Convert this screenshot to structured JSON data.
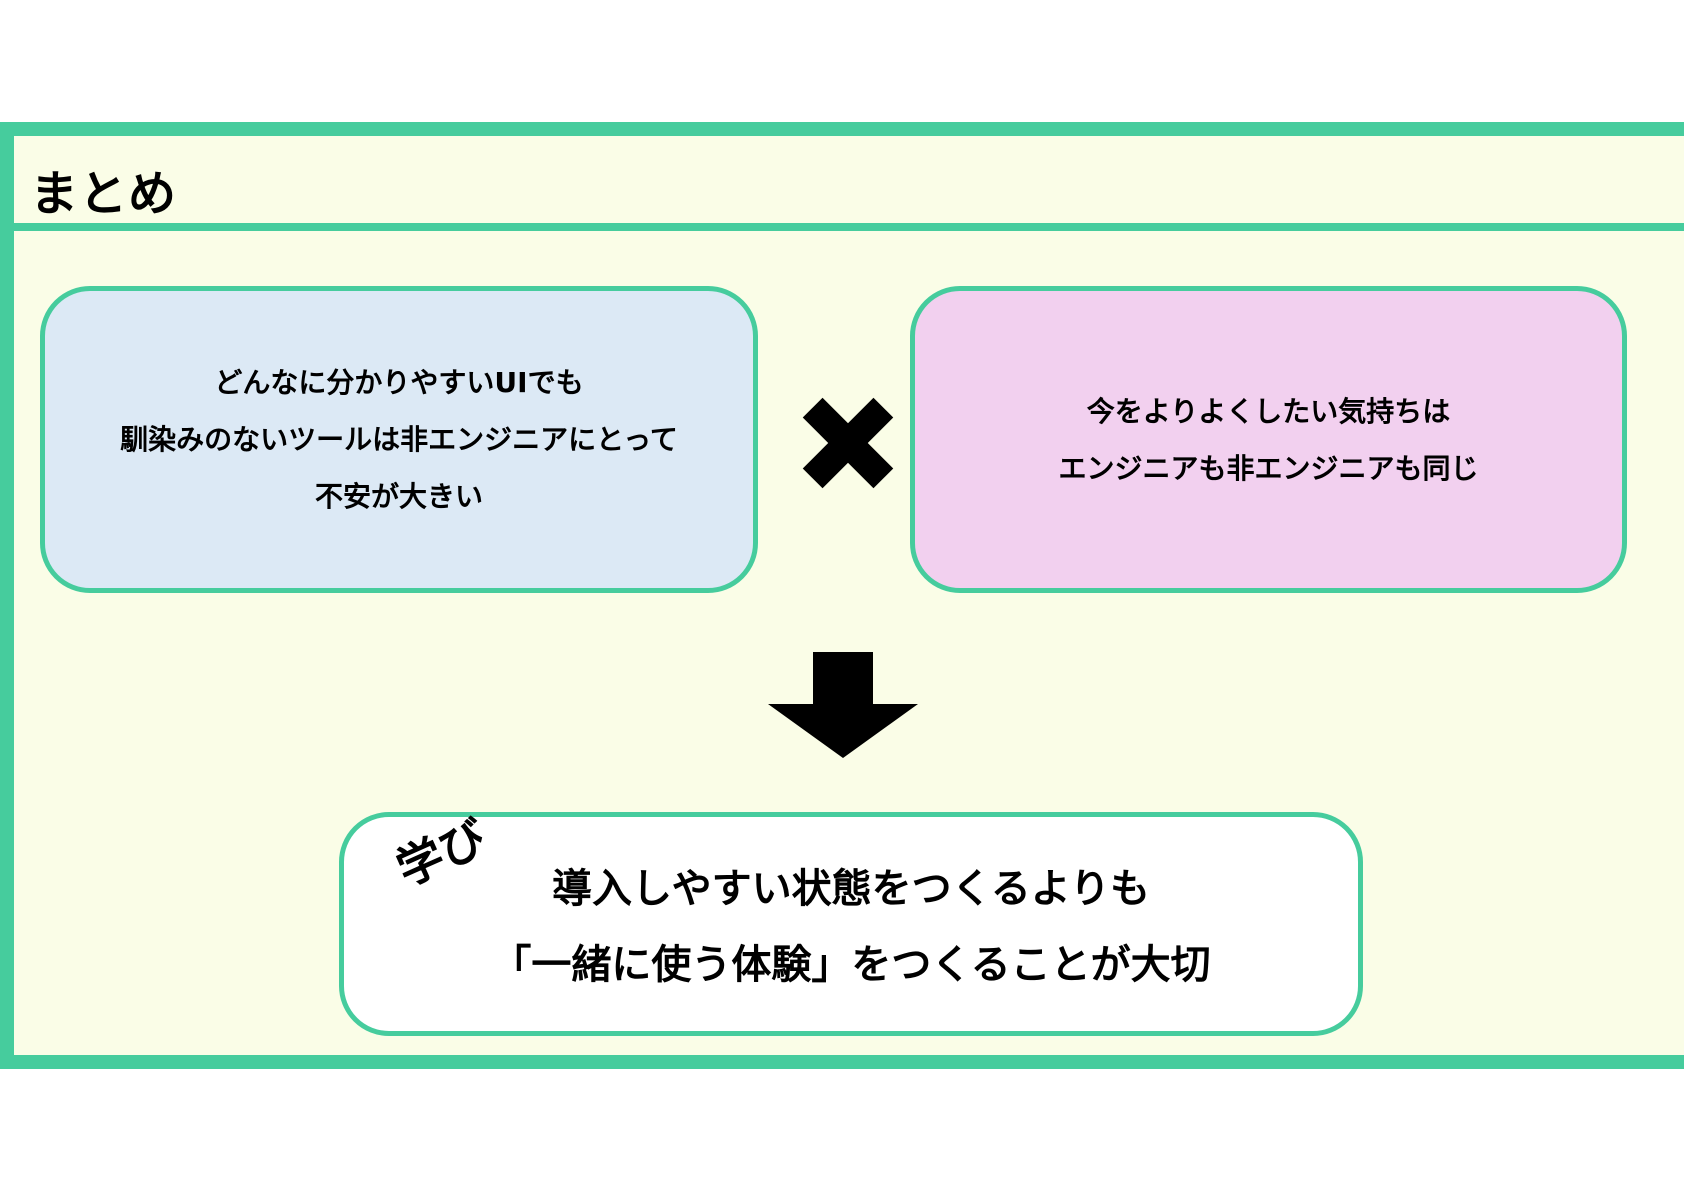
{
  "header": {
    "title": "まとめ"
  },
  "left_box": {
    "lines": [
      "どんなに分かりやすいUIでも",
      "馴染みのないツールは非エンジニアにとって",
      "不安が大きい"
    ]
  },
  "operator": {
    "icon": "cross-icon"
  },
  "right_box": {
    "lines": [
      "今をよりよくしたい気持ちは",
      "エンジニアも非エンジニアも同じ"
    ]
  },
  "result_arrow": {
    "icon": "down-arrow-icon"
  },
  "learning_box": {
    "label": "学び",
    "lines": [
      "導入しやすい状態をつくるよりも",
      "「一緒に使う体験」をつくることが大切"
    ]
  },
  "colors": {
    "accent_border": "#46cc9d",
    "frame_background": "#fafde7",
    "left_box_background": "#dce9f5",
    "right_box_background": "#f2d0ef",
    "learning_box_background": "#ffffff"
  }
}
